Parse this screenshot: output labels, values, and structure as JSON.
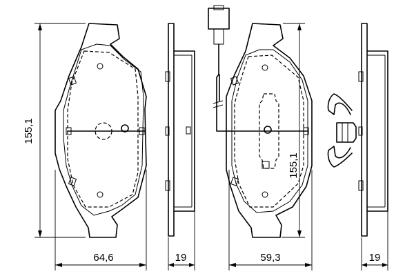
{
  "dimensions": {
    "left_height": "155,1",
    "left_width": "64,6",
    "left_thickness": "19",
    "right_height": "155,1",
    "right_width": "59,3",
    "right_thickness": "19"
  }
}
